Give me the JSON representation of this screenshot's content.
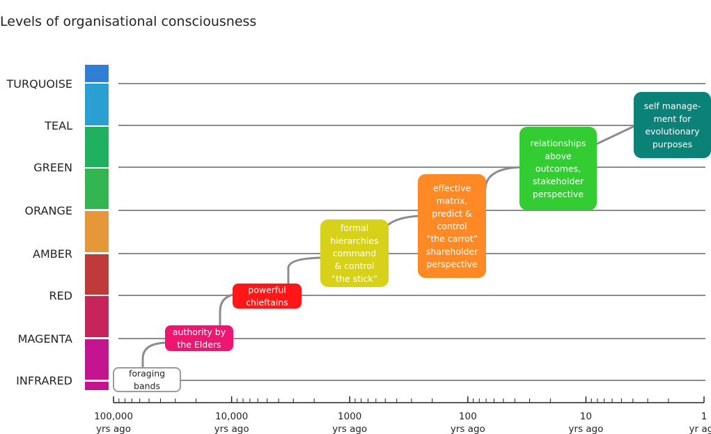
{
  "title": "Levels of organisational consciousness",
  "levels": [
    {
      "name": "TURQUOISE",
      "color": "#2f7fd6"
    },
    {
      "name": "TEAL",
      "color": "#2a9fd1"
    },
    {
      "name": "GREEN",
      "color": "#1fb060"
    },
    {
      "name": "ORANGE",
      "color": "#33b552"
    },
    {
      "name": "AMBER",
      "color": "#e6973a"
    },
    {
      "name": "RED",
      "color": "#c13a3a"
    },
    {
      "name": "MAGENTA",
      "color": "#c8245c"
    },
    {
      "name": "INFRARED",
      "color": "#c4148f"
    }
  ],
  "stages": [
    {
      "lines": [
        "foraging",
        "bands"
      ],
      "fill": "#ffffff",
      "stroke": "#9a9a9a",
      "text_color": "#222222"
    },
    {
      "lines": [
        "authority by",
        "the Elders"
      ],
      "fill": "#ee1670",
      "stroke": "#ee1670",
      "text_color": "#ffffff"
    },
    {
      "lines": [
        "powerful",
        "chieftains"
      ],
      "fill": "#ff1717",
      "stroke": "#ff1717",
      "text_color": "#ffffff"
    },
    {
      "lines": [
        "formal",
        "hierarchies",
        "command",
        "& control",
        "“the stick”"
      ],
      "fill": "#d8d11a",
      "stroke": "#d8d11a",
      "text_color": "#ffffff"
    },
    {
      "lines": [
        "effective",
        "matrix,",
        "predict &",
        "control",
        "“the carrot”",
        "shareholder",
        "perspective"
      ],
      "fill": "#ff8a25",
      "stroke": "#ff8a25",
      "text_color": "#ffffff"
    },
    {
      "lines": [
        "relationships",
        "above",
        "outcomes,",
        "stakeholder",
        "perspective"
      ],
      "fill": "#33cc33",
      "stroke": "#33cc33",
      "text_color": "#ffffff"
    },
    {
      "lines": [
        "self manage-",
        "ment for",
        "evolutionary",
        "purposes"
      ],
      "fill": "#0a8277",
      "stroke": "#0a8277",
      "text_color": "#ffffff"
    }
  ],
  "axis": {
    "ticks": [
      {
        "value": "100,000",
        "unit": "yrs ago"
      },
      {
        "value": "10,000",
        "unit": "yrs ago"
      },
      {
        "value": "1000",
        "unit": "yrs ago"
      },
      {
        "value": "100",
        "unit": "yrs ago"
      },
      {
        "value": "10",
        "unit": "yrs ago"
      },
      {
        "value": "1",
        "unit": "yr ago"
      }
    ]
  }
}
